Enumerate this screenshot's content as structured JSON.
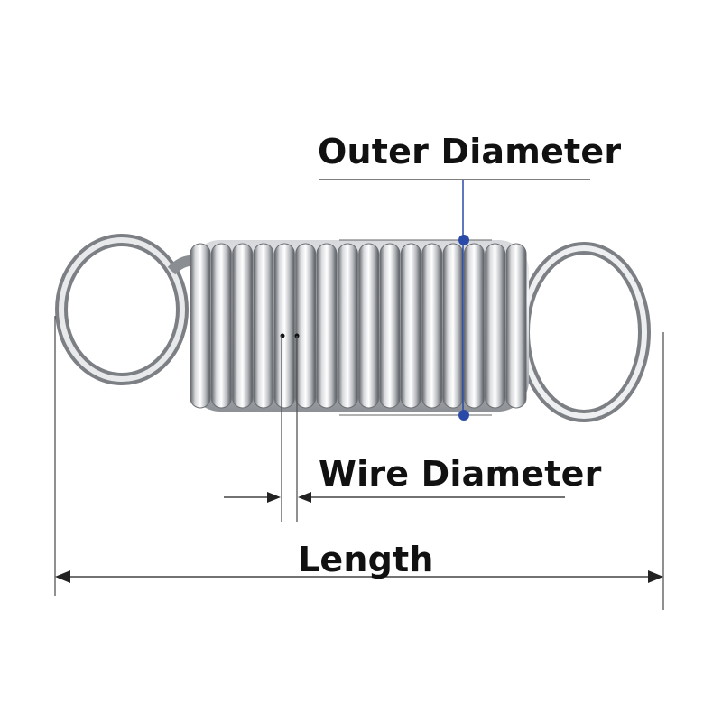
{
  "labels": {
    "outer_diameter": "Outer Diameter",
    "wire_diameter": "Wire Diameter",
    "length": "Length"
  },
  "colors": {
    "marker": "#2a4aa8",
    "dimension_line": "#444444",
    "steel_light": "#f2f3f5",
    "steel_dark": "#6b6e73"
  },
  "spring": {
    "coil_count": 16
  }
}
